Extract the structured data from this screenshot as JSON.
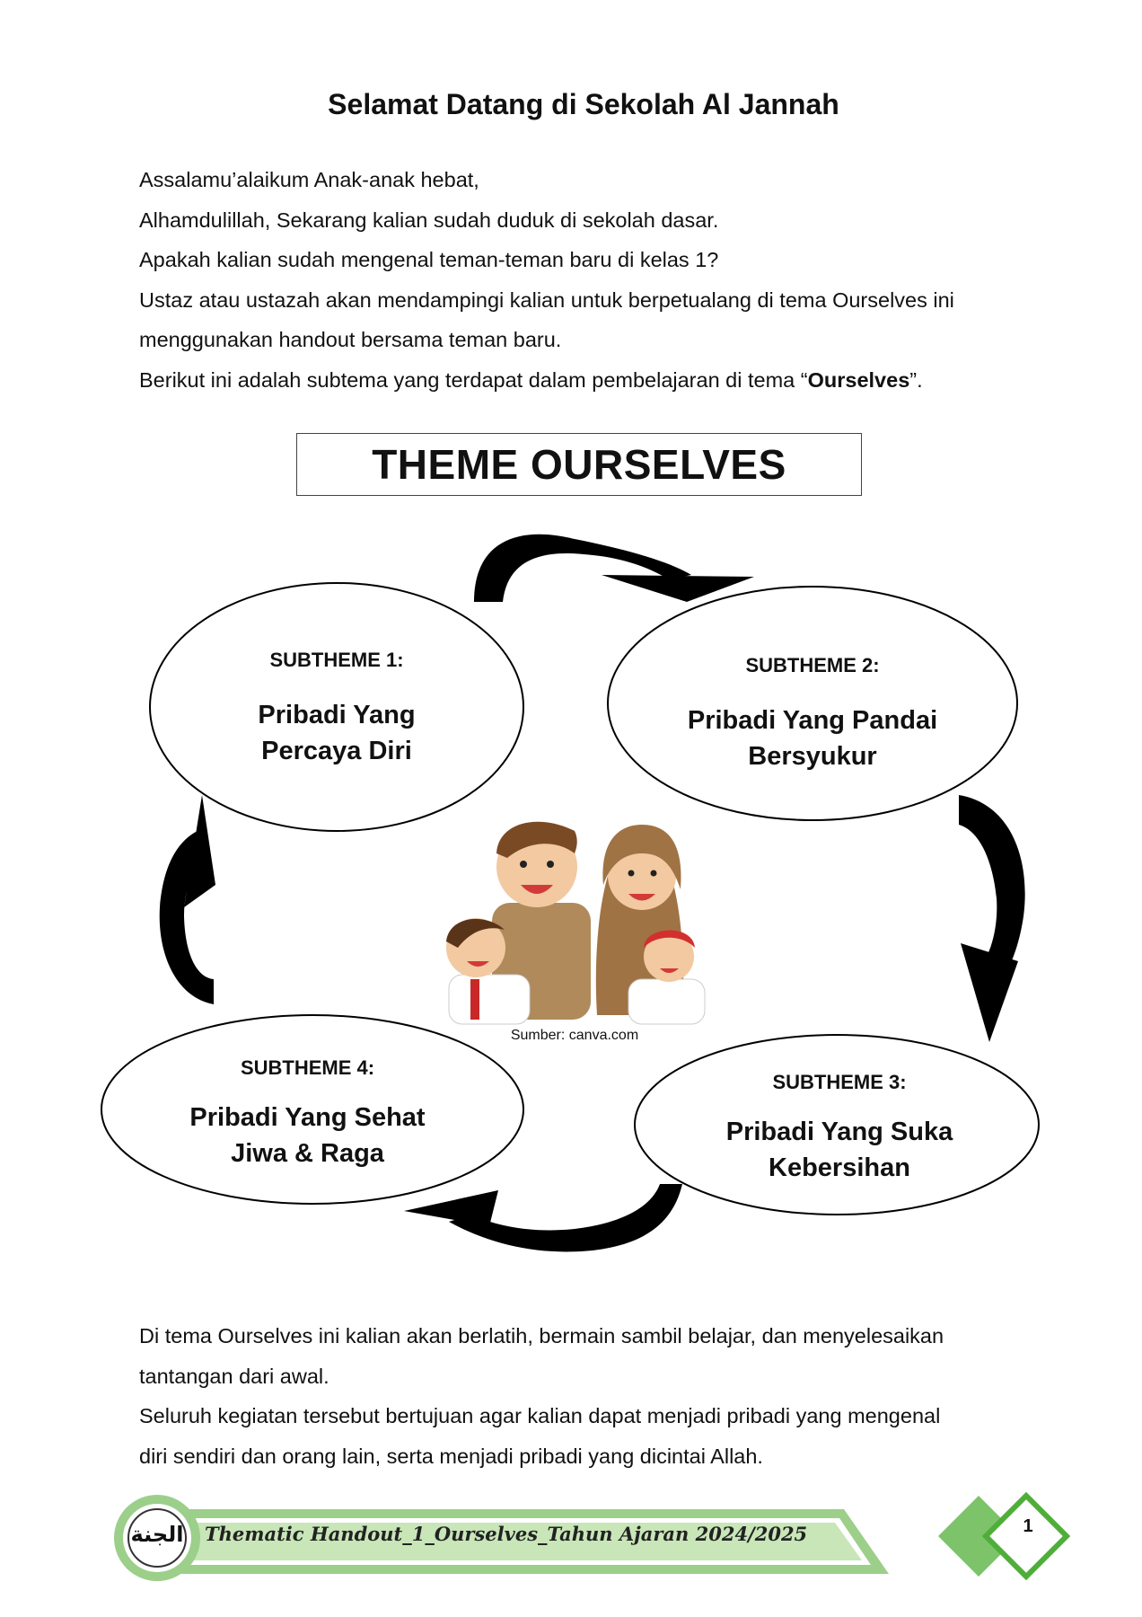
{
  "title": "Selamat Datang di Sekolah Al Jannah",
  "intro": {
    "line1": "Assalamu’alaikum Anak-anak hebat,",
    "line2": "Alhamdulillah, Sekarang kalian sudah duduk di sekolah dasar.",
    "line3": "Apakah kalian sudah mengenal teman-teman baru di kelas 1?",
    "line4a": "Ustaz atau ustazah akan mendampingi kalian untuk berpetualang di tema Ourselves ini",
    "line4b": "menggunakan handout bersama teman baru.",
    "line5_prefix": "Berikut ini adalah subtema yang terdapat dalam pembelajaran di tema “",
    "line5_bold": "Ourselves",
    "line5_suffix": "”."
  },
  "theme_box": "THEME OURSELVES",
  "subthemes": [
    {
      "label": "SUBTHEME 1:",
      "name_line1": "Pribadi Yang",
      "name_line2": "Percaya Diri"
    },
    {
      "label": "SUBTHEME 2:",
      "name_line1": "Pribadi Yang Pandai",
      "name_line2": "Bersyukur"
    },
    {
      "label": "SUBTHEME 3:",
      "name_line1": "Pribadi Yang Suka",
      "name_line2": "Kebersihan"
    },
    {
      "label": "SUBTHEME 4:",
      "name_line1": "Pribadi Yang Sehat",
      "name_line2": "Jiwa & Raga"
    }
  ],
  "image_caption": "Sumber: canva.com",
  "outro": {
    "line1a": "Di tema Ourselves ini kalian akan berlatih, bermain sambil belajar, dan menyelesaikan",
    "line1b": "tantangan dari awal.",
    "line2a": "Seluruh kegiatan tersebut bertujuan agar kalian dapat menjadi pribadi yang mengenal",
    "line2b": "diri sendiri dan orang lain, serta menjadi pribadi yang dicintai Allah."
  },
  "footer": {
    "handout_title": "Thematic Handout_1_Ourselves_Tahun Ajaran 2024/2025",
    "page_number": "1",
    "logo_text": "الجنة"
  },
  "colors": {
    "footer_green": "#9ccf8a",
    "footer_green_light": "#c8e6b8",
    "diamond_green": "#7cc36a",
    "arrow": "#000000"
  },
  "icons": [
    "school-logo-icon",
    "family-illustration",
    "cycle-arrow-icon"
  ]
}
